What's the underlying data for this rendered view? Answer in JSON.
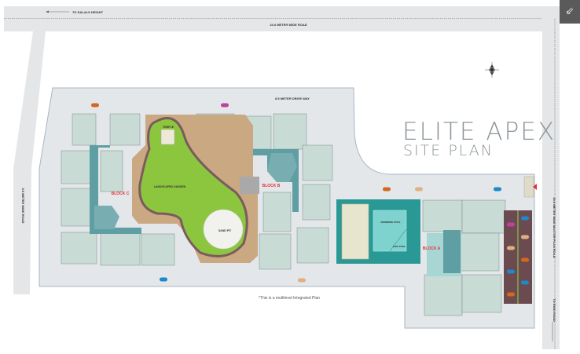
{
  "plan": {
    "title": "ELITE APEX",
    "subtitle": "SITE PLAN",
    "roads": {
      "top_direction": "TO DALALS HEIGHT",
      "top_road": "24.0 METER WIDE ROAD",
      "left_road": "9.0 METER WIDE ROAD",
      "right_road": "30.0 METER WIDE MASTER PLAN ROAD",
      "right_direction": "TO RING ROAD"
    },
    "drive_way": "8.5 METER DRIVE WAY",
    "blocks": {
      "a": "BLOCK A",
      "b": "BLOCK B",
      "c": "BLOCK C"
    },
    "amenities": {
      "temple": "TEMPLE",
      "garden": "LANDSCAPED GARDEN",
      "sand_pit": "SAND PIT",
      "swimming_pool": "SWIMMING POOL",
      "kids_pool": "KIDS POOL"
    },
    "note": "*This is a multilevel Integrated Plan",
    "colors": {
      "road": "#e4e6e8",
      "site": "#e3e7ea",
      "building": "#c8dbd4",
      "corridor": "#5f9ea3",
      "garden": "#8cc63f",
      "deck": "#c9a882",
      "pool_deck": "#2a9894",
      "pool": "#7fd3cf",
      "parking": "#6b4b50",
      "block_label": "#e0323a"
    }
  },
  "ui": {
    "expand_icon": "collapse-arrow-icon",
    "expand_glyph": "⇙"
  }
}
